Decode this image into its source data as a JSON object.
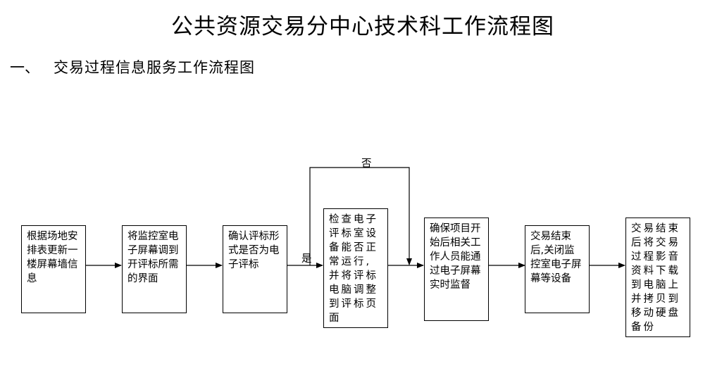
{
  "title": "公共资源交易分中心技术科工作流程图",
  "section": {
    "number": "一、",
    "title": "交易过程信息服务工作流程图"
  },
  "steps": [
    "根据场地安排表更新一楼屏幕墙信息",
    "将监控室电子屏幕调到开评标所需的界面",
    "确认评标形式是否为电子评标",
    "检查电子评标室设备能否正常运行,并将评标电脑调整到评标页面",
    "确保项目开始后相关工作人员能通过电子屏幕实时监督",
    "交易结束后,关闭监控室电子屏幕等设备",
    "交易结束后将交易过程影音资料下载到电脑上并拷贝到移动硬盘备份"
  ],
  "decision_labels": {
    "yes": "是",
    "no": "否"
  },
  "colors": {
    "line": "#000000",
    "box_border": "#000000",
    "background": "#ffffff"
  }
}
